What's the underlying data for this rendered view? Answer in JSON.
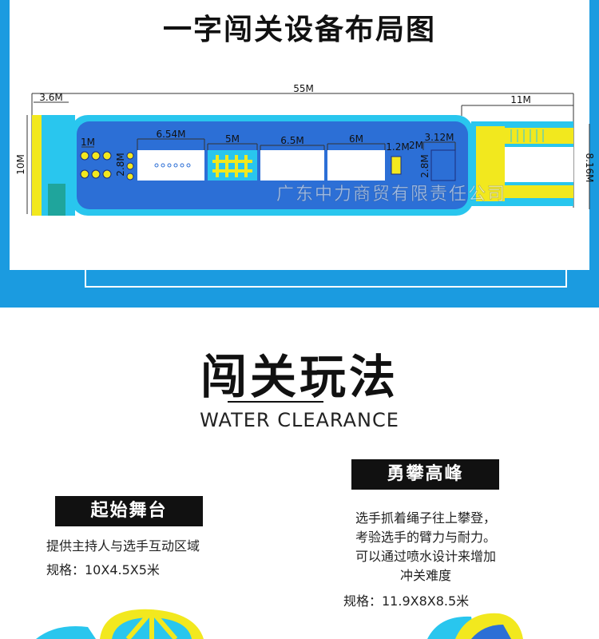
{
  "header": {
    "title": "一字闯关设备布局图"
  },
  "layout_diagram": {
    "overall_length": "55M",
    "left_width": "3.6M",
    "left_height": "10M",
    "right_width": "11M",
    "right_height": "8.16M",
    "segments": [
      "1M",
      "2.8M",
      "6.54M",
      "5M",
      "6.5M",
      "6M",
      "1.2M",
      "2M",
      "3.12M",
      "2.8M"
    ],
    "watermark": "广东中力商贸有限责任公司",
    "colors": {
      "pool": "#2c6fd6",
      "border": "#29c6ee",
      "accent_yellow": "#f2e81e",
      "pad_white": "#ffffff"
    }
  },
  "gameplay": {
    "title": "闯关玩法",
    "subtitle": "WATER CLEARANCE"
  },
  "items": [
    {
      "name": "起始舞台",
      "description": "提供主持人与选手互动区域",
      "spec": "规格：10X4.5X5米"
    },
    {
      "name": "勇攀高峰",
      "description_lines": [
        "选手抓着绳子往上攀登，",
        "考验选手的臂力与耐力。",
        "可以通过喷水设计来增加",
        "冲关难度"
      ],
      "spec": "规格：11.9X8X8.5米"
    }
  ]
}
